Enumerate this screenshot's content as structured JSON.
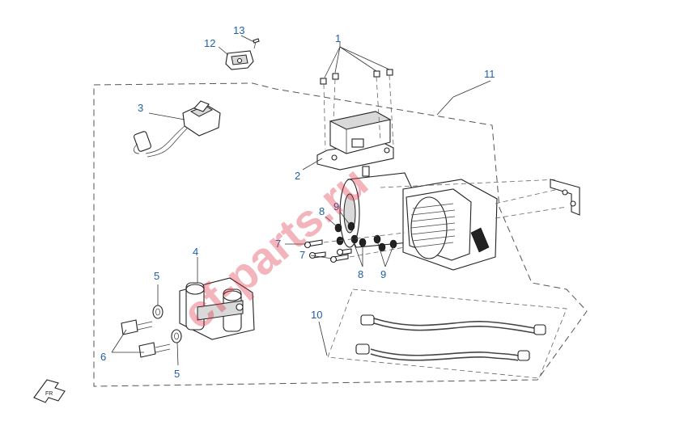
{
  "callouts": {
    "c1": "1",
    "c2": "2",
    "c3": "3",
    "c4": "4",
    "c5a": "5",
    "c5b": "5",
    "c6": "6",
    "c7a": "7",
    "c7b": "7",
    "c8a": "8",
    "c8b": "8",
    "c9a": "9",
    "c9b": "9",
    "c10": "10",
    "c11": "11",
    "c12": "12",
    "c13": "13"
  },
  "watermark": "cf-parts.ru",
  "colors": {
    "callout": "#1f5fa8",
    "watermark": "#dc283c"
  },
  "icons": {
    "front-arrow": "front-direction-arrow-icon"
  }
}
